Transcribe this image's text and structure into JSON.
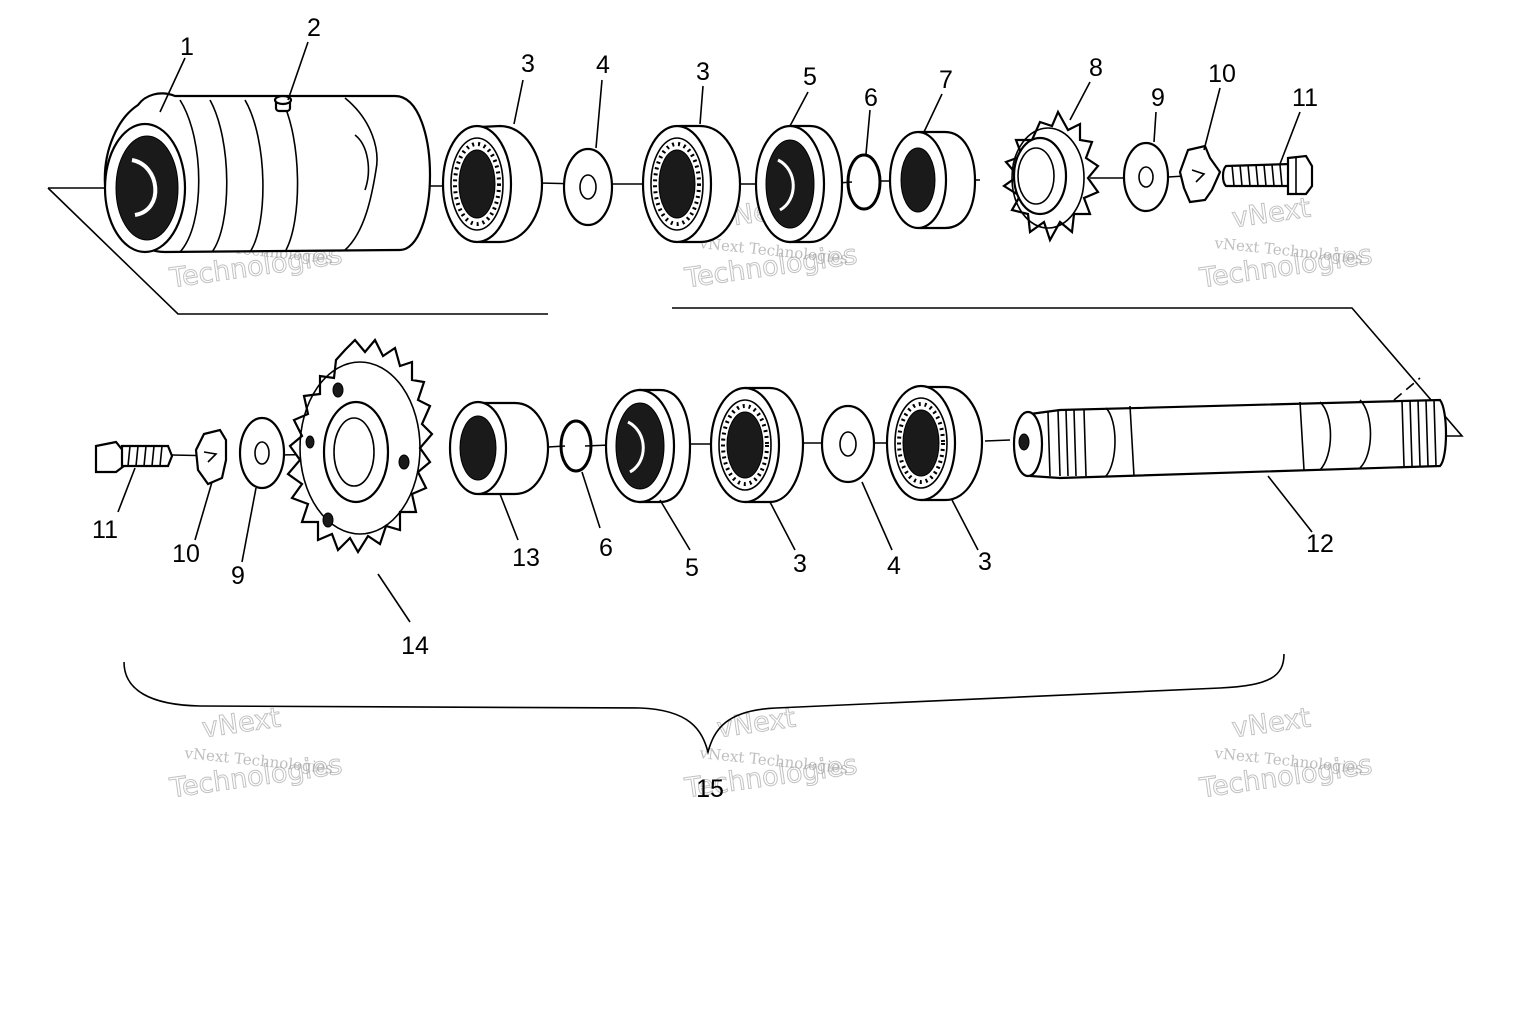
{
  "callouts": [
    "1",
    "2",
    "3",
    "4",
    "3",
    "5",
    "6",
    "7",
    "8",
    "9",
    "10",
    "11",
    "11",
    "10",
    "9",
    "14",
    "13",
    "6",
    "5",
    "3",
    "4",
    "3",
    "12",
    "15"
  ],
  "watermark": {
    "line1": "vNext",
    "line2": "vNext Technologies",
    "line3": "Technologies"
  },
  "colors": {
    "ink": "#000000",
    "paper": "#ffffff",
    "watermark": "#9a9a9a"
  }
}
